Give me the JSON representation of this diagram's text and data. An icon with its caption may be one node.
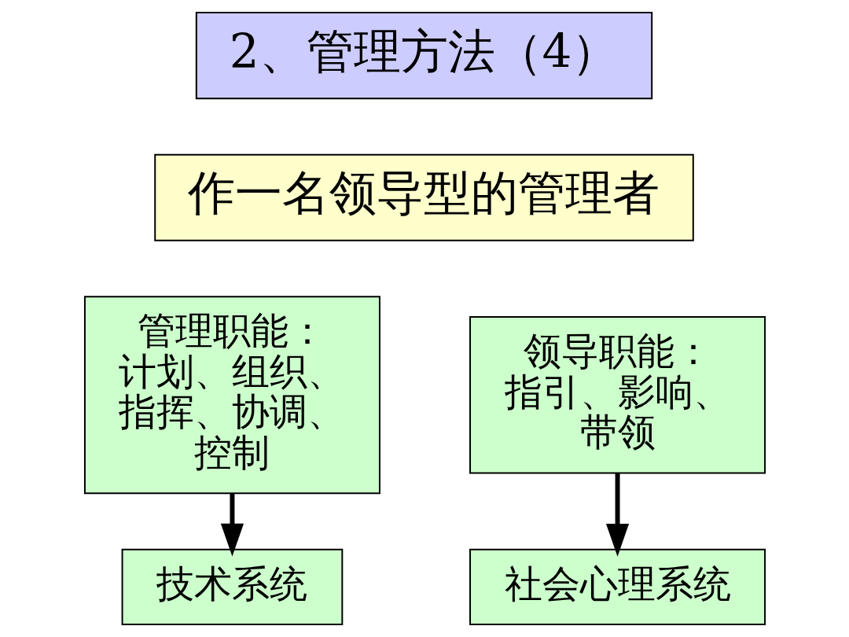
{
  "diagram": {
    "nodes": [
      {
        "text": [
          "2、管理方法（4）"
        ]
      },
      {
        "text": [
          "作一名领导型的管理者"
        ]
      },
      {
        "text": [
          "管理职能：",
          "计划、组织、指挥、协调、控制"
        ]
      },
      {
        "text": [
          "领导职能：",
          "指引、影响、带领"
        ]
      },
      {
        "text": [
          "技术系统"
        ]
      },
      {
        "text": [
          "社会心理系统"
        ]
      }
    ],
    "edges": [
      {
        "from": 2,
        "to": 4,
        "arrow": "to"
      },
      {
        "from": 3,
        "to": 5,
        "arrow": "to"
      }
    ]
  }
}
